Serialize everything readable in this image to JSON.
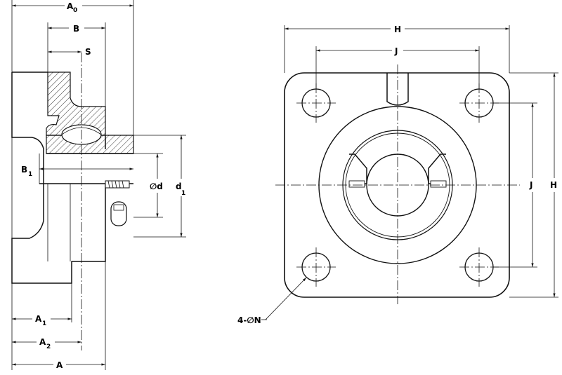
{
  "side_view": {
    "labels": {
      "a0": "A",
      "a0_sub": "0",
      "b": "B",
      "s": "S",
      "b1": "B",
      "b1_sub": "1",
      "d": "∅d",
      "d1": "d",
      "d1_sub": "1",
      "a1": "A",
      "a1_sub": "1",
      "a2": "A",
      "a2_sub": "2",
      "a": "A"
    }
  },
  "front_view": {
    "labels": {
      "h_top": "H",
      "j_top": "J",
      "j_right": "J",
      "h_right": "H",
      "n": "4-∅N"
    }
  }
}
